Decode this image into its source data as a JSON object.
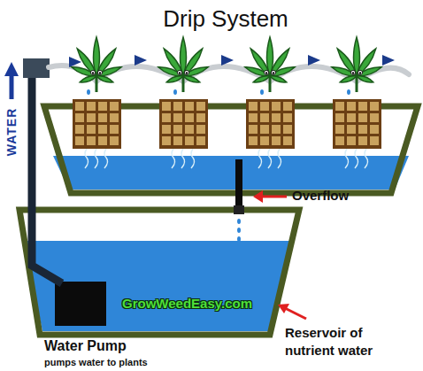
{
  "diagram": {
    "title": "Drip System",
    "labels": [
      "WATER",
      "Overflow",
      "GrowWeedEasy.com",
      "Water Pump",
      "pumps water to plants",
      "Reservoir of nutrient water"
    ]
  }
}
